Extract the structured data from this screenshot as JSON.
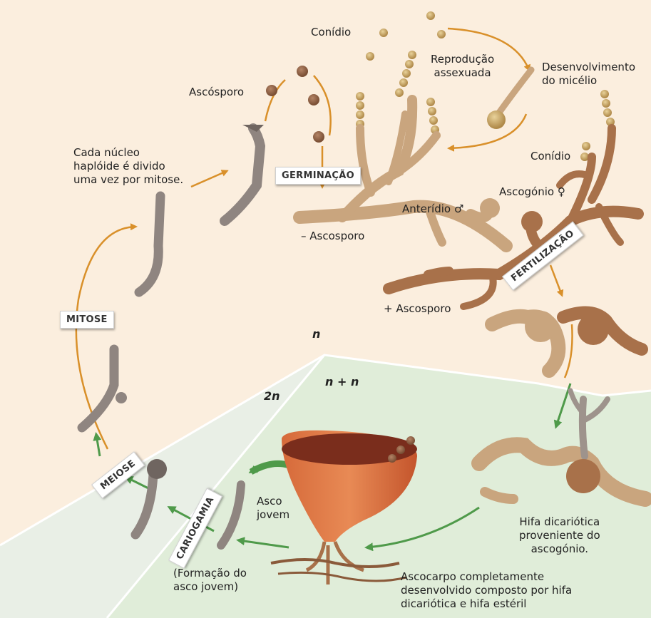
{
  "labels": {
    "conidio_top": "Conídio",
    "reproducao": "Reprodução\nassexuada",
    "desenvolvimento": "Desenvolvimento\ndo micélio",
    "ascosporo": "Ascósporo",
    "cada_nucleo": "Cada núcleo\nhaplóide é divido\numa vez por mitose.",
    "conidio_right": "Conídio",
    "anteridio": "Anterídio ♂",
    "ascogonio": "Ascogónio ♀",
    "minus_ascosporo": "– Ascosporo",
    "plus_ascosporo": "+ Ascosporo",
    "asco_jovem": "Asco\njovem",
    "formacao": "(Formação do\nasco jovem)",
    "hifa_dicariotica": "Hifa dicariótica\nproveniente do\nascogónio.",
    "ascocarpo": "Ascocarpo completamente\ndesenvolvido composto por hifa\ndicariótica e hifa estéril"
  },
  "stages": {
    "germinacao": "GERMINAÇÃO",
    "fertilizacao": "FERTILIZAÇÃO",
    "mitose": "MITOSE",
    "meiose": "MEIOSE",
    "cariogamia": "CARIOGAMIA"
  },
  "zones": {
    "haploid": "n",
    "dikaryotic": "n + n",
    "diploid": "2n"
  },
  "colors": {
    "haploid_bg": "#fbeede",
    "dikaryotic_bg": "#e0edd9",
    "diploid_bg": "#e9efe6",
    "arrow_orange": "#d9902a",
    "arrow_green": "#4f9a4a",
    "hypha_tan": "#c9a57e",
    "hypha_brown": "#a8714a",
    "ascus_gray": "#8f8580"
  }
}
